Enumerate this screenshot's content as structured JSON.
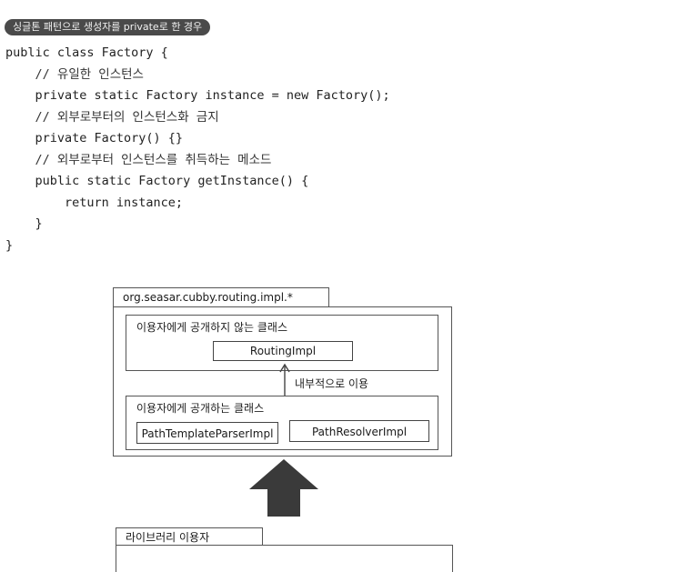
{
  "badge": "싱글톤 패턴으로 생성자를 private로 한 경우",
  "code_lines": [
    "public class Factory {",
    "    // 유일한 인스턴스",
    "    private static Factory instance = new Factory();",
    "    // 외부로부터의 인스턴스화 금지",
    "    private Factory() {}",
    "    // 외부로부터 인스턴스를 취득하는 메소드",
    "    public static Factory getInstance() {",
    "        return instance;",
    "    }",
    "}"
  ],
  "diagram": {
    "package_tab": "org.seasar.cubby.routing.impl.*",
    "private_group_label": "이용자에게 공개하지 않는 클래스",
    "routing_impl": "RoutingImpl",
    "internal_use_label": "내부적으로 이용",
    "public_group_label": "이용자에게 공개하는 클래스",
    "path_template_parser_impl": "PathTemplateParserImpl",
    "path_resolver_impl": "PathResolverImpl",
    "library_user_tab": "라이브러리 이용자",
    "colors": {
      "line": "#444444",
      "big_arrow": "#3a3a3a"
    }
  }
}
